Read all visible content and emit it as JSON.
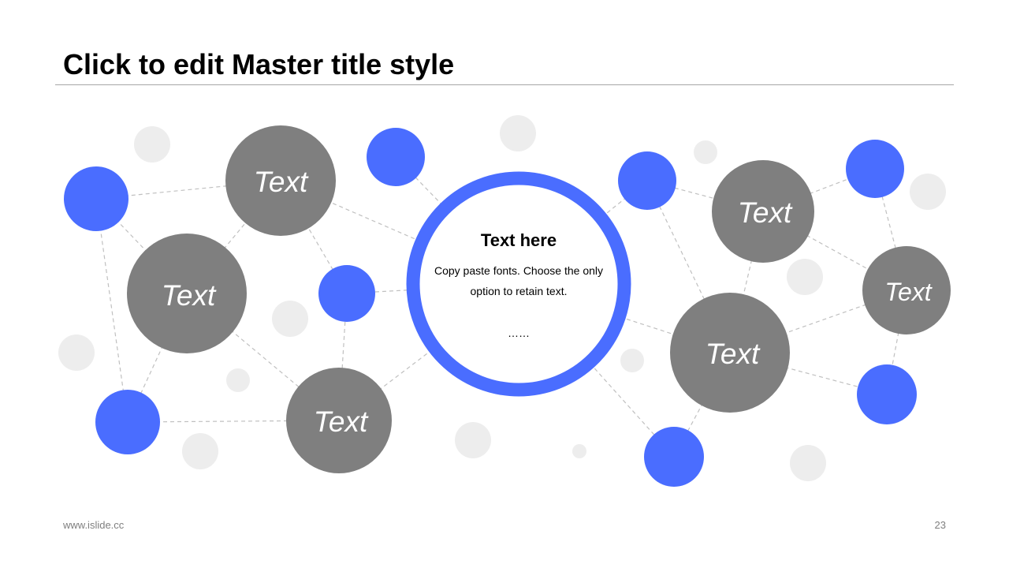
{
  "slide": {
    "title": "Click to edit Master title style",
    "footer_url": "www.islide.cc",
    "page_number": "23"
  },
  "center": {
    "heading": "Text here",
    "body": "Copy paste fonts. Choose the only option to retain text.",
    "ellipsis": "……"
  },
  "node_label": "Text",
  "colors": {
    "accent": "#4a6dff",
    "node_gray": "#7f7f7f",
    "bubble_light": "#ededed",
    "connector": "#c0c0c0"
  }
}
